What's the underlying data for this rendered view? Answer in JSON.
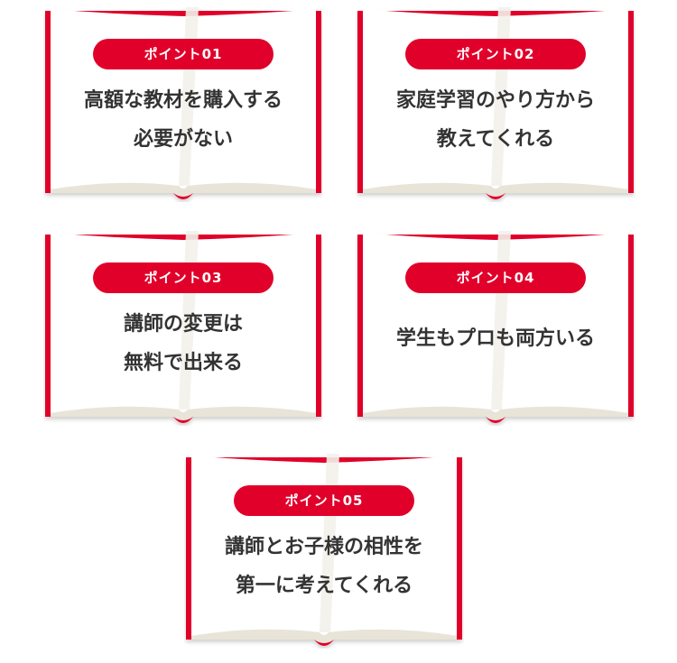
{
  "points": [
    {
      "badge": "ポイント01",
      "lines": [
        "高額な教材を購入する",
        "必要がない"
      ]
    },
    {
      "badge": "ポイント02",
      "lines": [
        "家庭学習のやり方から",
        "教えてくれる"
      ]
    },
    {
      "badge": "ポイント03",
      "lines": [
        "講師の変更は",
        "無料で出来る"
      ]
    },
    {
      "badge": "ポイント04",
      "lines": [
        "学生もプロも両方いる"
      ]
    },
    {
      "badge": "ポイント05",
      "lines": [
        "講師とお子様の相性を",
        "第一に考えてくれる"
      ]
    }
  ],
  "colors": {
    "accent": "#e0002a",
    "text": "#333333",
    "page_shadow": "#e8e4d8"
  }
}
